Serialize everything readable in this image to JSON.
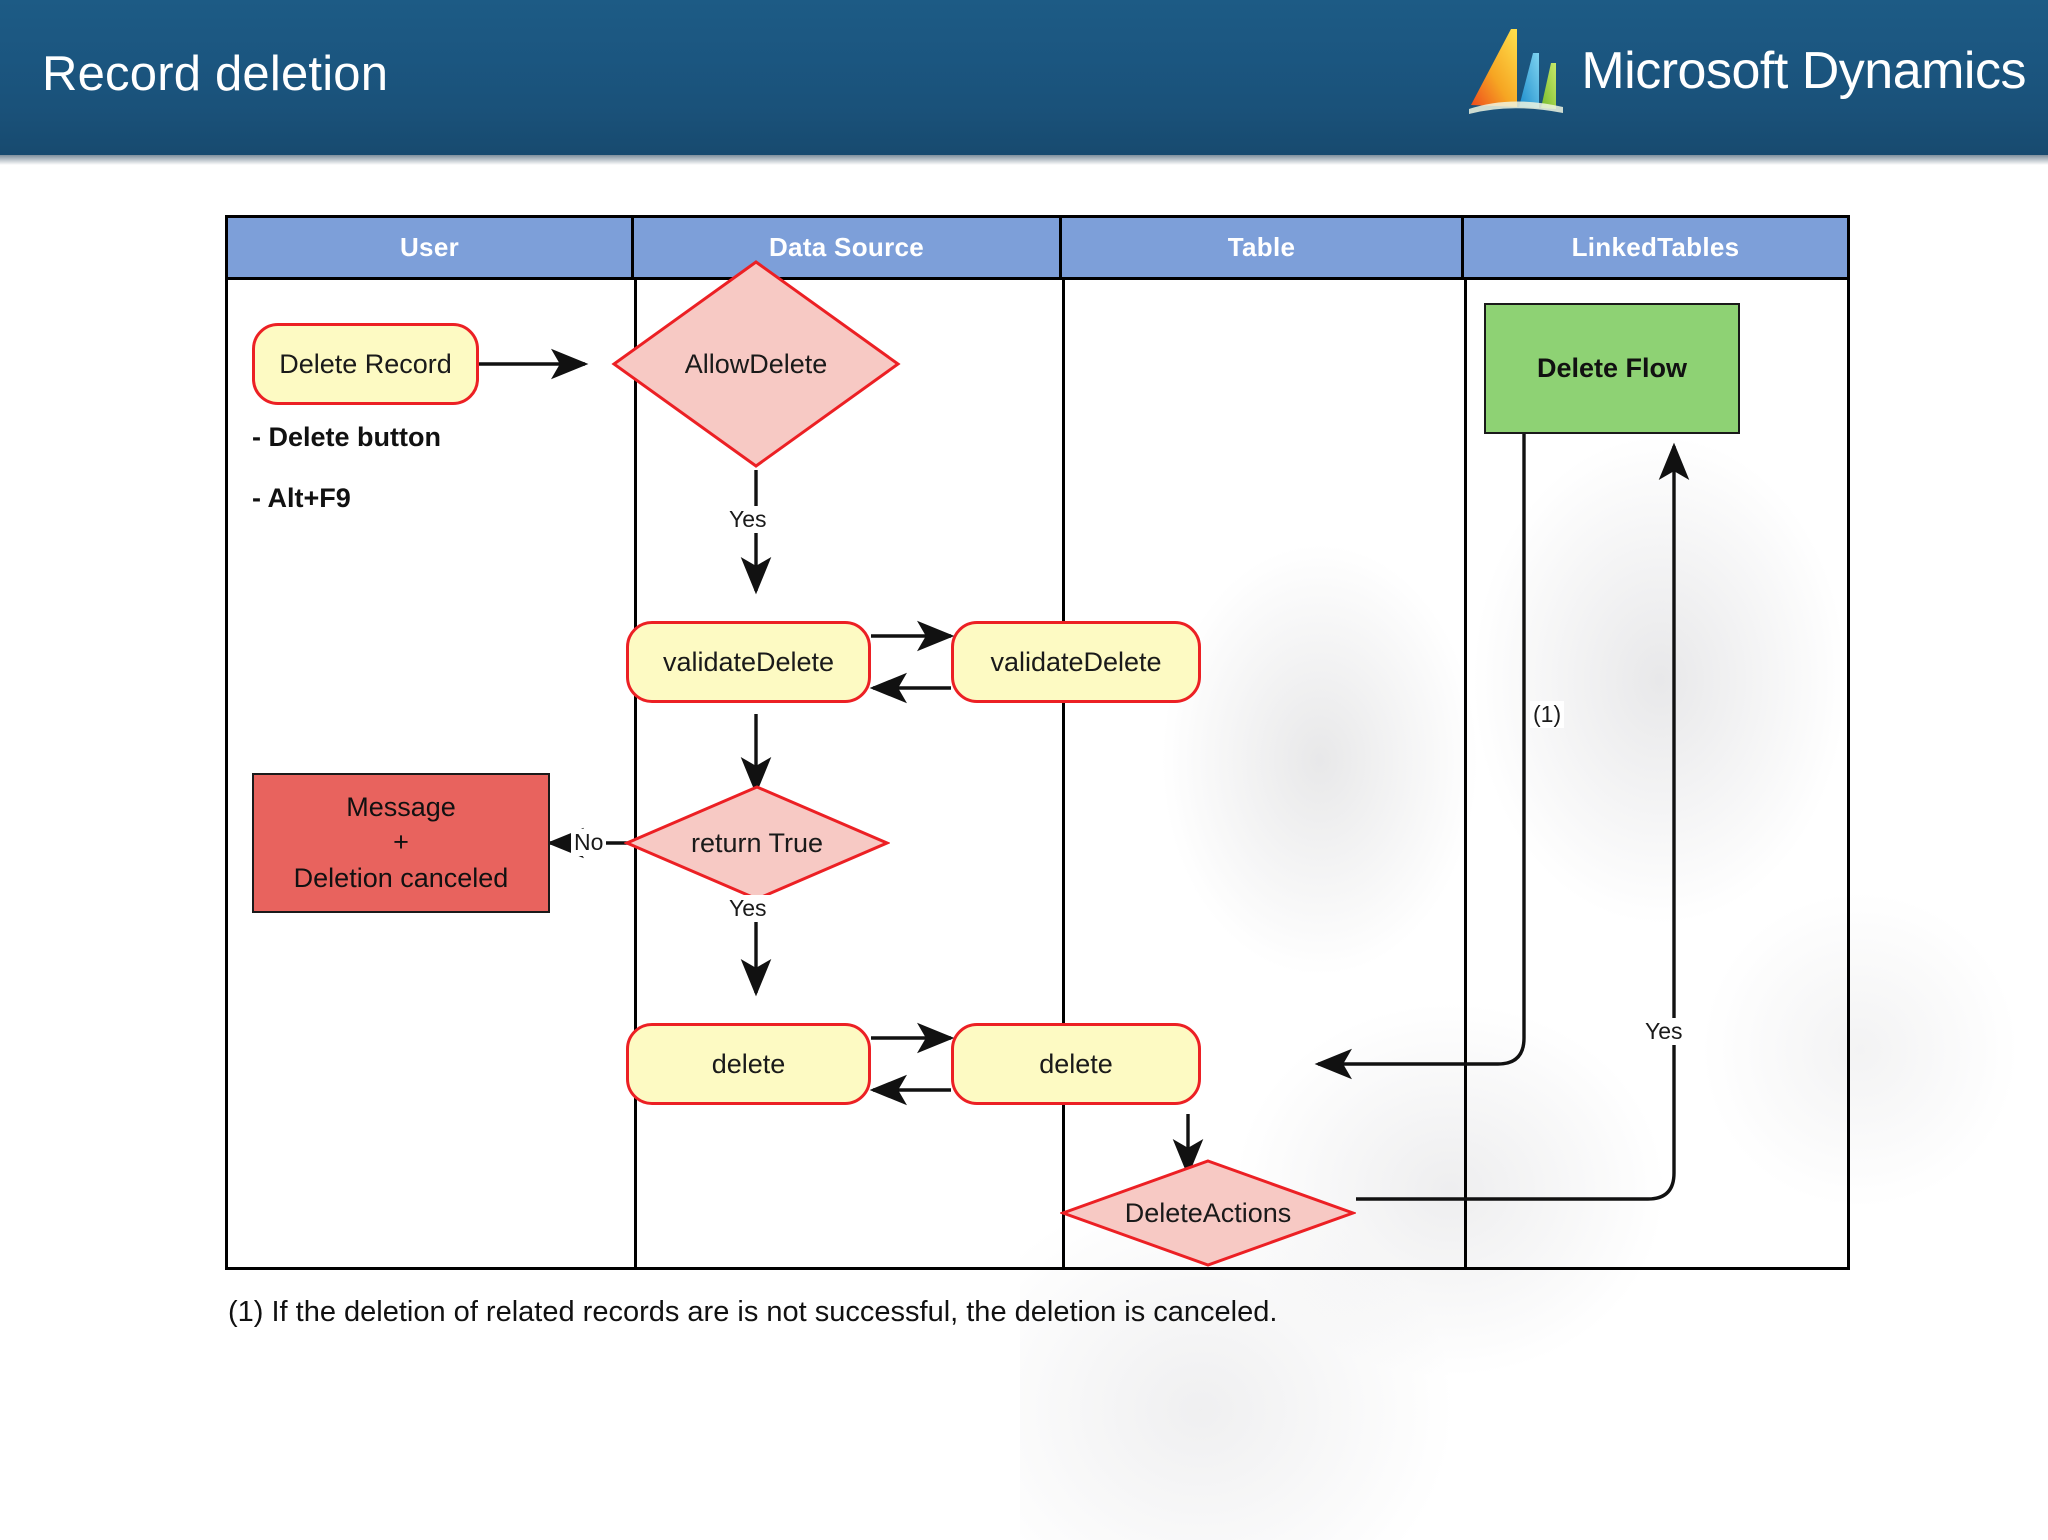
{
  "header": {
    "title": "Record deletion",
    "brand": "Microsoft Dynamics",
    "brand_icon": "dynamics-logo-icon",
    "band_color": "#1b5680"
  },
  "diagram": {
    "columns": [
      {
        "label": "User"
      },
      {
        "label": "Data Source"
      },
      {
        "label": "Table"
      },
      {
        "label": "LinkedTables"
      }
    ],
    "nodes": {
      "delete_record": "Delete Record",
      "message_box": "Message\n+\nDeletion canceled",
      "message_line1": "Message",
      "message_line2": "+",
      "message_line3": "Deletion canceled",
      "allow_delete": "AllowDelete",
      "validate_delete_ds": "validateDelete",
      "validate_delete_tbl": "validateDelete",
      "return_true": "return True",
      "delete_ds": "delete",
      "delete_tbl": "delete",
      "delete_actions": "DeleteActions",
      "delete_flow": "Delete Flow"
    },
    "notes": [
      "- Delete button",
      "- Alt+F9"
    ],
    "edge_labels": {
      "allow_delete_yes": "Yes",
      "return_true_no": "No",
      "return_true_yes": "Yes",
      "footnote_ref": "(1)",
      "delete_actions_yes": "Yes"
    },
    "colors": {
      "header_fill": "#7d9fd9",
      "process_fill": "#fdfac3",
      "process_stroke": "#ec2024",
      "decision_fill": "#f7c9c4",
      "decision_stroke": "#ec2024",
      "error_fill": "#e8635e",
      "flow_fill": "#8ed274",
      "border": "#000000"
    }
  },
  "footnote": "(1) If the deletion of related records are is not successful, the deletion is canceled."
}
